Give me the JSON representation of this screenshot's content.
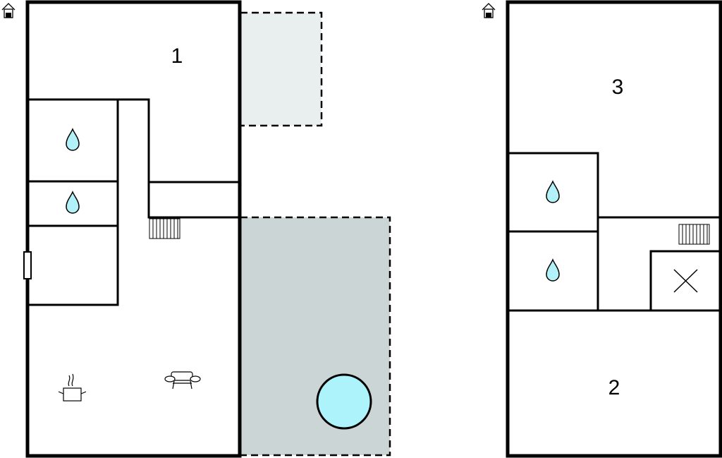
{
  "floors": [
    {
      "name": "ground-floor",
      "rooms": [
        {
          "label": "1"
        }
      ]
    },
    {
      "name": "upper-floor",
      "rooms": [
        {
          "label": "3"
        },
        {
          "label": "2"
        }
      ]
    }
  ],
  "icons": {
    "entrance": "house-icon",
    "bathroom": "water-drop-icon",
    "stairs": "stairs-icon",
    "kitchen": "cooking-pot-icon",
    "living": "sofa-icon",
    "pool": "pool-icon",
    "void": "void-cross-icon"
  },
  "colors": {
    "wall": "#000000",
    "terrace_light": "#e8efee",
    "terrace_dark": "#cbd5d6",
    "water": "#b3f1f9",
    "pool": "#adf3fc"
  }
}
